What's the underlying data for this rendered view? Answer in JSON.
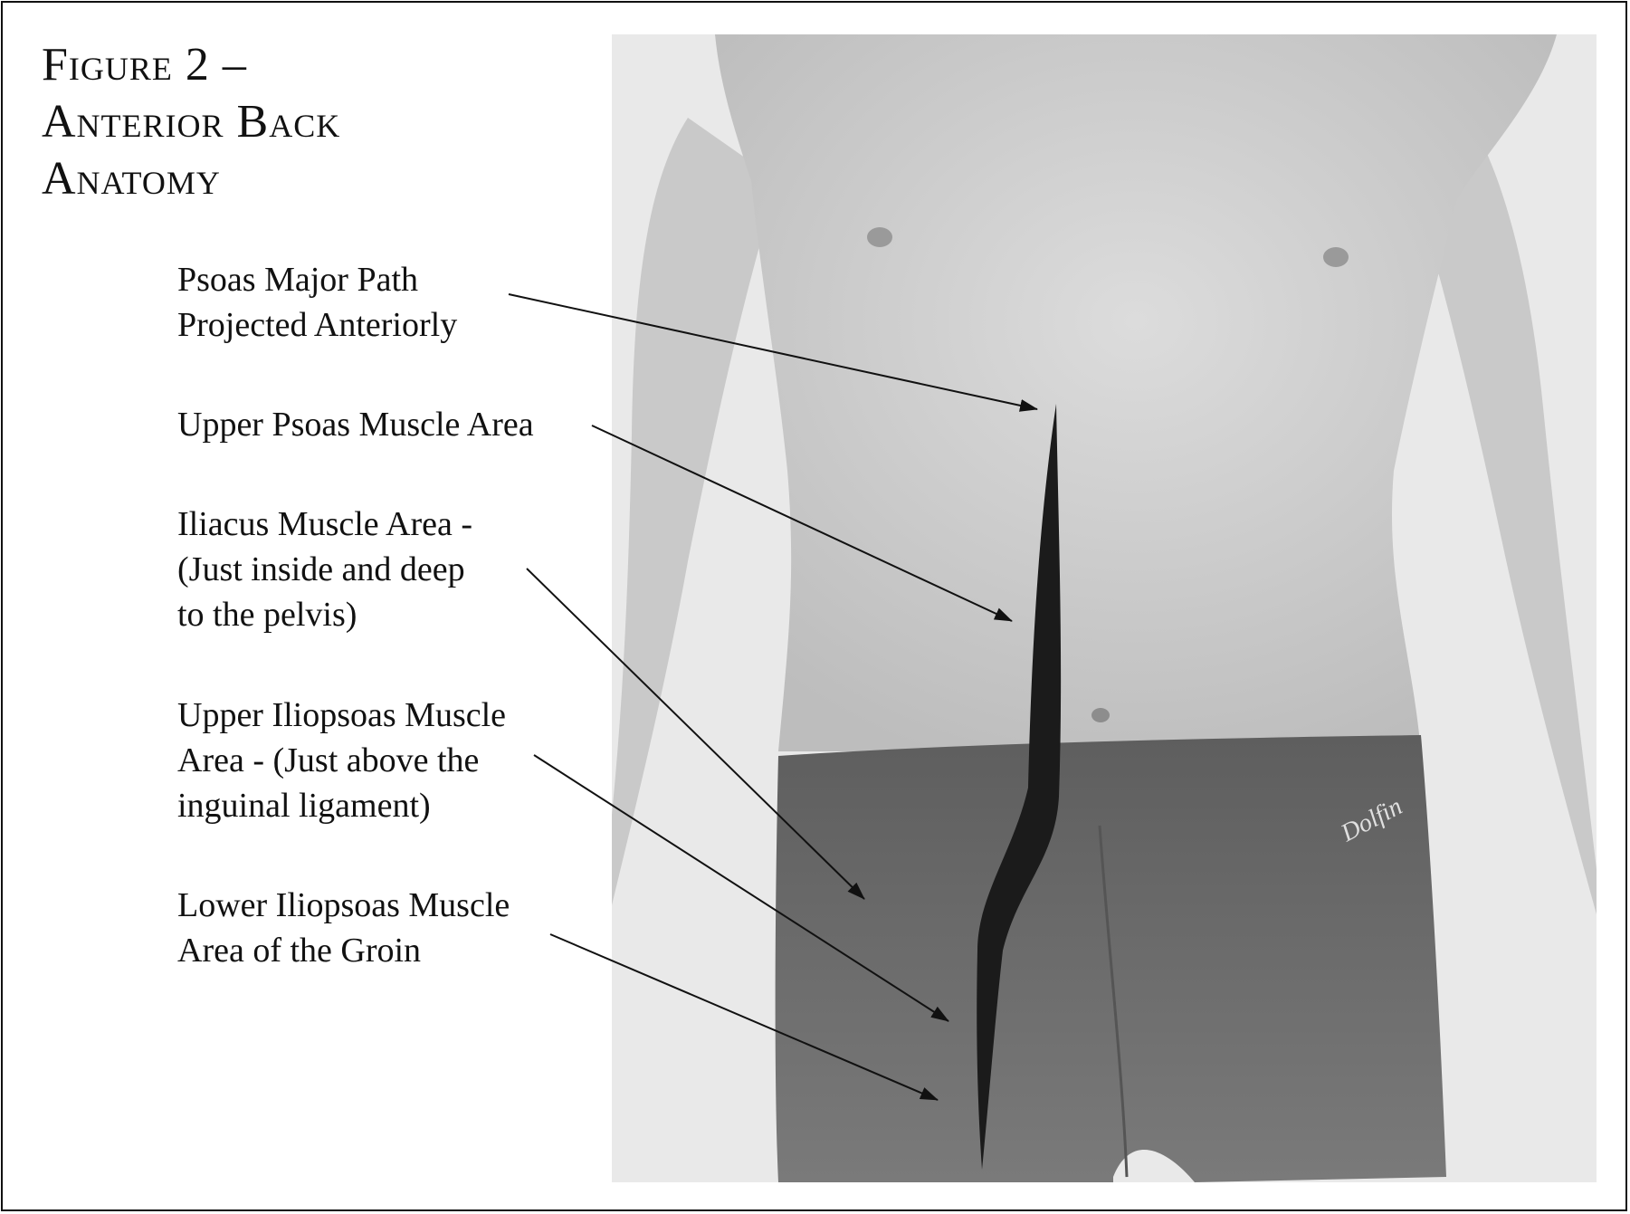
{
  "title": {
    "line1": "Figure 2 –",
    "line2": "Anterior Back",
    "line3": "Anatomy"
  },
  "labels": [
    {
      "id": "psoas-major-path",
      "lines": [
        "Psoas Major Path",
        "Projected Anteriorly"
      ]
    },
    {
      "id": "upper-psoas",
      "lines": [
        "Upper Psoas Muscle Area"
      ]
    },
    {
      "id": "iliacus",
      "lines": [
        "Iliacus Muscle Area -",
        "(Just inside and deep",
        "to the pelvis)"
      ]
    },
    {
      "id": "upper-iliopsoas",
      "lines": [
        "Upper Iliopsoas Muscle",
        "Area - (Just above the",
        "inguinal ligament)"
      ]
    },
    {
      "id": "lower-iliopsoas",
      "lines": [
        "Lower Iliopsoas Muscle",
        "Area of the Groin"
      ]
    }
  ],
  "photo": {
    "brand_text": "Dolfin"
  },
  "colors": {
    "background": "#ffffff",
    "photo_bg": "#e8e8e8",
    "skin": "#d2d2d2",
    "shorts": "#6f6f6f",
    "muscle_path": "#1b1b1b",
    "arrow": "#111111"
  }
}
